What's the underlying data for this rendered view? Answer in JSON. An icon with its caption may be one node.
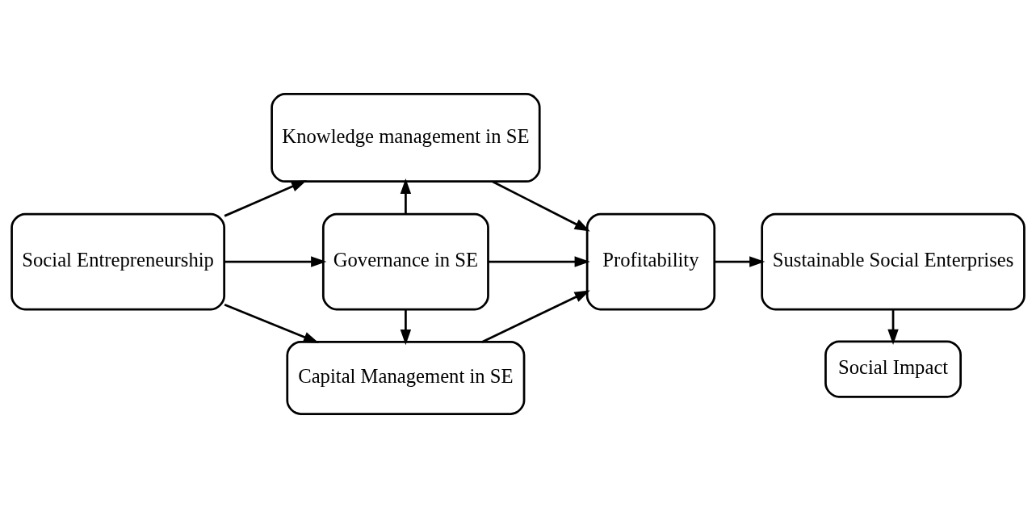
{
  "diagram": {
    "nodes": [
      {
        "text": [
          "Social Entrepreneurship"
        ]
      },
      {
        "text": [
          "Knowledge management in SE"
        ]
      },
      {
        "text": [
          "Governance in SE"
        ]
      },
      {
        "text": [
          "Capital Management in SE"
        ]
      },
      {
        "text": [
          "Profitability"
        ]
      },
      {
        "text": [
          "Sustainable Social Enterprises"
        ]
      },
      {
        "text": [
          "Social Impact"
        ]
      }
    ],
    "edges": [
      {
        "from": 0,
        "to": 1,
        "arrow": "to"
      },
      {
        "from": 0,
        "to": 2,
        "arrow": "to"
      },
      {
        "from": 0,
        "to": 3,
        "arrow": "to"
      },
      {
        "from": 2,
        "to": 1,
        "arrow": "to"
      },
      {
        "from": 2,
        "to": 3,
        "arrow": "to"
      },
      {
        "from": 1,
        "to": 4,
        "arrow": "to"
      },
      {
        "from": 2,
        "to": 4,
        "arrow": "to"
      },
      {
        "from": 3,
        "to": 4,
        "arrow": "to"
      },
      {
        "from": 4,
        "to": 5,
        "arrow": "to"
      },
      {
        "from": 5,
        "to": 6,
        "arrow": "to"
      }
    ]
  }
}
